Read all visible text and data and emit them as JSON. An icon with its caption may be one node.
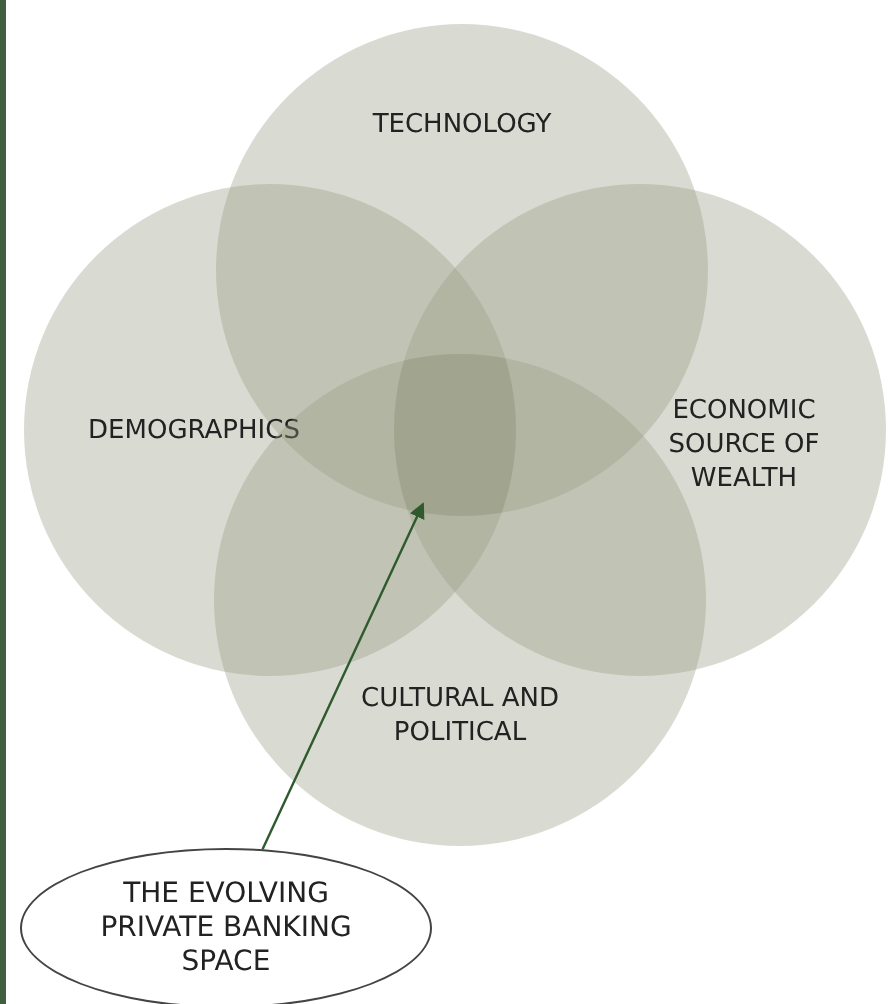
{
  "diagram": {
    "nodes": [
      {
        "text": [
          "TECHNOLOGY"
        ]
      },
      {
        "text": [
          "DEMOGRAPHICS"
        ]
      },
      {
        "text": [
          "ECONOMIC SOURCE OF WEALTH"
        ]
      },
      {
        "text": [
          "CULTURAL AND POLITICAL"
        ]
      },
      {
        "text": [
          "THE EVOLVING PRIVATE BANKING SPACE"
        ]
      },
      {
        "text": [],
        "shape": "overlap"
      }
    ],
    "edges": [
      {
        "from": 4,
        "to": 5,
        "arrow": "to"
      }
    ]
  }
}
